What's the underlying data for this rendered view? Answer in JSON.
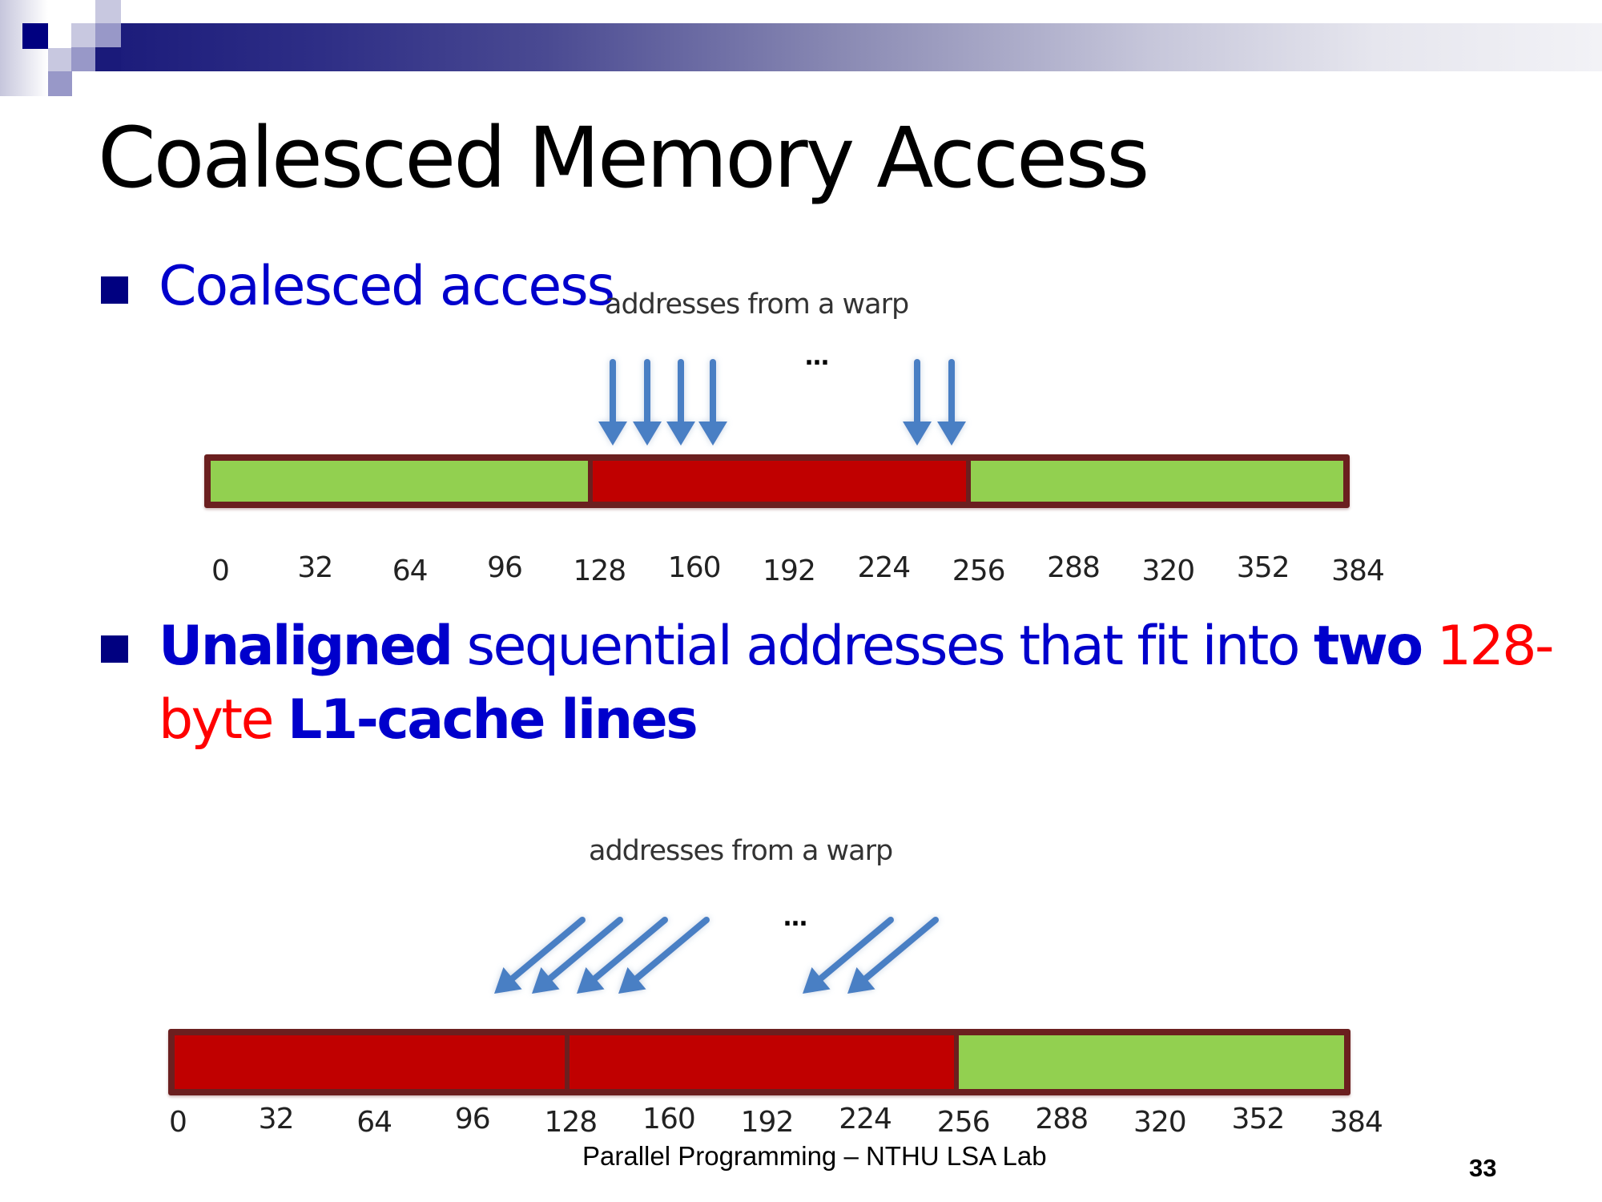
{
  "slide": {
    "title": "Coalesced Memory Access",
    "page_number": "33",
    "footer": "Parallel Programming – NTHU LSA Lab",
    "colors": {
      "title": "#000000",
      "bullet_text": "#0000cc",
      "highlight_red": "#ff0000",
      "bullet_square": "#000080",
      "segment_used": "#c00000",
      "segment_unused": "#92d050",
      "bar_border": "#6b1f1f",
      "arrow": "#4a7fc4"
    }
  },
  "bullets": [
    {
      "text": "Coalesced access",
      "diagram": {
        "label": "addresses from a warp",
        "ellipsis": "…",
        "arrow_style": "vertical",
        "arrow_count_shown": 6,
        "segments": [
          {
            "from": 0,
            "to": 128,
            "state": "unused"
          },
          {
            "from": 128,
            "to": 256,
            "state": "accessed"
          },
          {
            "from": 256,
            "to": 384,
            "state": "unused"
          }
        ],
        "ticks": [
          "0",
          "32",
          "64",
          "96",
          "128",
          "160",
          "192",
          "224",
          "256",
          "288",
          "320",
          "352",
          "384"
        ]
      }
    },
    {
      "parts": [
        {
          "text": "Unaligned",
          "style": "bold"
        },
        {
          "text": " sequential addresses that fit into ",
          "style": "normal"
        },
        {
          "text": "two",
          "style": "bold"
        },
        {
          "text": " 128-",
          "style": "red"
        }
      ],
      "parts_line2": [
        {
          "text": "byte",
          "style": "red"
        },
        {
          "text": " ",
          "style": "normal"
        },
        {
          "text": "L1-cache lines",
          "style": "bold"
        }
      ],
      "diagram": {
        "label": "addresses from a warp",
        "ellipsis": "…",
        "arrow_style": "diagonal",
        "arrow_count_shown": 6,
        "segments": [
          {
            "from": 0,
            "to": 128,
            "state": "accessed"
          },
          {
            "from": 128,
            "to": 256,
            "state": "accessed"
          },
          {
            "from": 256,
            "to": 384,
            "state": "unused"
          }
        ],
        "ticks": [
          "0",
          "32",
          "64",
          "96",
          "128",
          "160",
          "192",
          "224",
          "256",
          "288",
          "320",
          "352",
          "384"
        ]
      }
    }
  ]
}
